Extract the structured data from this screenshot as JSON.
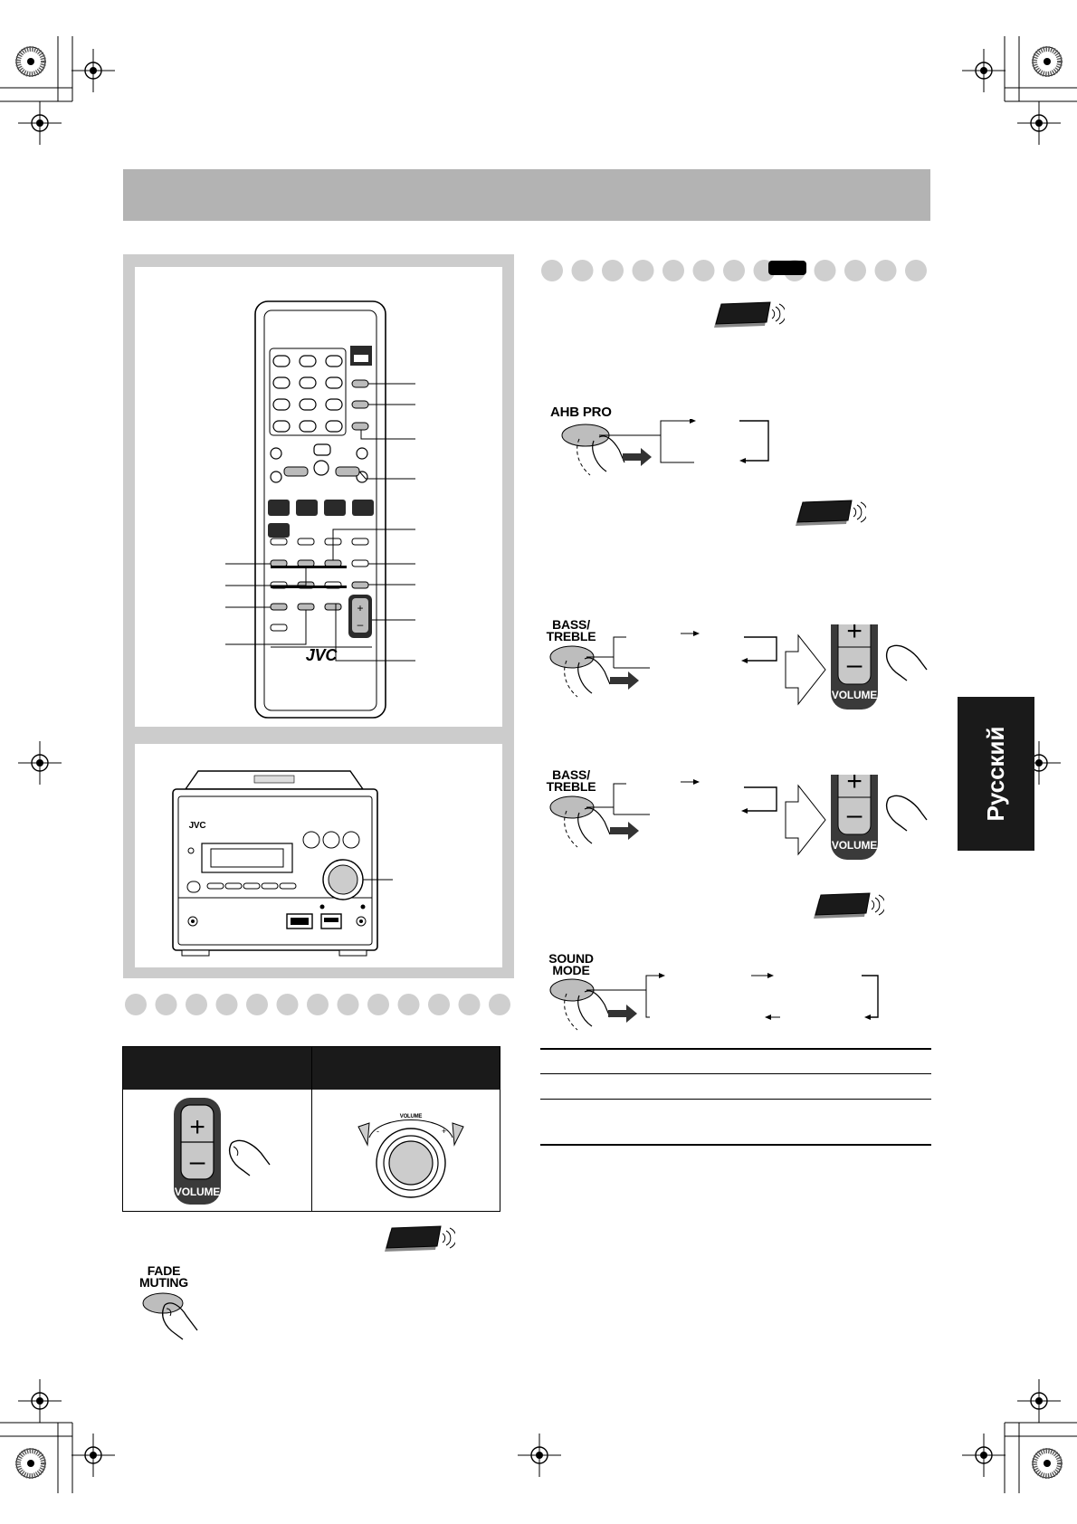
{
  "language_tab": "Русский",
  "remote": {
    "brand": "JVC"
  },
  "main_unit": {
    "brand": "JVC",
    "knob_label": "VOLUME"
  },
  "buttons": {
    "ahb_pro": "AHB PRO",
    "bass_treble_1": "BASS/\nTREBLE",
    "bass_treble_2": "BASS/\nTREBLE",
    "sound_mode": "SOUND\nMODE",
    "fade_muting": "FADE\nMUTING"
  },
  "volume_key": {
    "plus": "+",
    "minus": "–",
    "label": "VOLUME"
  },
  "colors": {
    "header_bar": "#b3b3b3",
    "figure_frame": "#cccccc",
    "tab": "#1a1a1a",
    "dot": "#cfcfcf"
  }
}
